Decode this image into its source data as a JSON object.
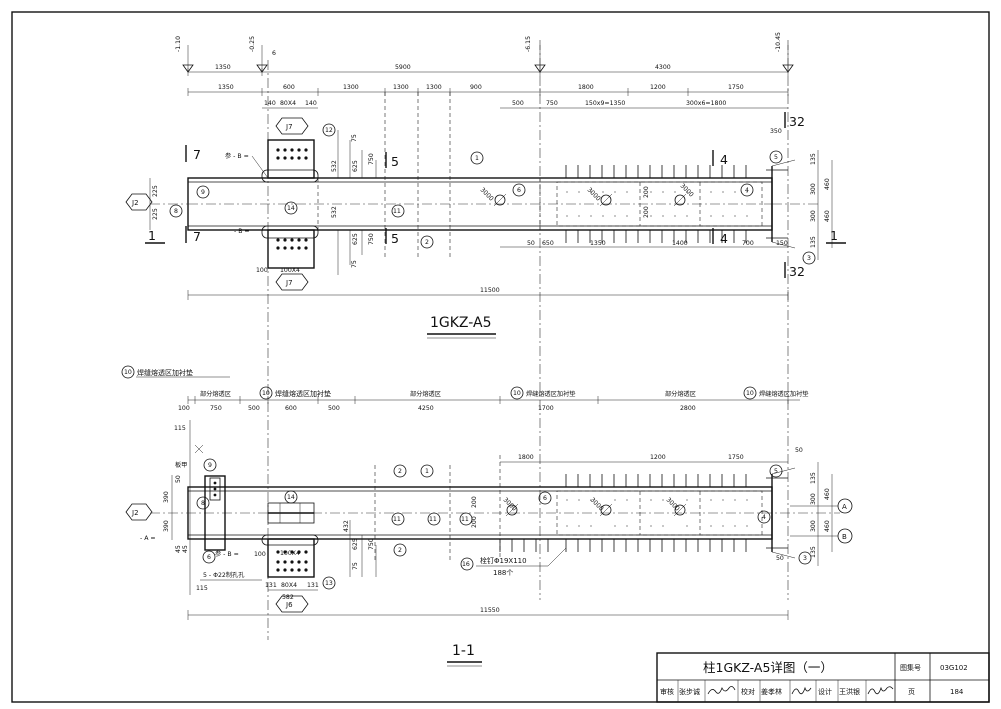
{
  "top_view": {
    "elevations": [
      "-1.10",
      "-0.25",
      "6",
      "-6.15",
      "-10.45"
    ],
    "dims_row1": [
      "1350",
      "5900",
      "4300"
    ],
    "dims_row2": [
      "1350",
      "600",
      "1300",
      "1300",
      "1300",
      "900",
      "1800",
      "1200",
      "1750"
    ],
    "dims_row3": [
      "140",
      "80X4",
      "140",
      "500",
      "750",
      "150x9=1350",
      "300x6=1800"
    ],
    "right_dim": "350",
    "section_marks": [
      "7",
      "7",
      "5",
      "5",
      "4",
      "4",
      "1",
      "1",
      "3",
      "3",
      "2",
      "2"
    ],
    "joint_tags": [
      "J2",
      "J7",
      "J7"
    ],
    "circled": [
      "1",
      "2",
      "3",
      "4",
      "5",
      "6",
      "8",
      "9",
      "11",
      "12",
      "14"
    ],
    "weld_note_top": "参 - B =",
    "weld_note_bottom": "- B =",
    "vert_dims_upper": [
      "75",
      "532",
      "625",
      "750"
    ],
    "vert_dims_lower": [
      "532",
      "625",
      "750",
      "75"
    ],
    "left_dims": [
      "225",
      "225"
    ],
    "right_dims": [
      "135",
      "300",
      "300",
      "135",
      "460",
      "460"
    ],
    "diag_labels": [
      "3000",
      "3000",
      "3000"
    ],
    "dim_200": [
      "200",
      "200"
    ],
    "bottom_dims": [
      "100",
      "100X4",
      "50",
      "650",
      "1350",
      "1400",
      "700",
      "150"
    ],
    "total_length": "11500",
    "title": "1GKZ-A5"
  },
  "bottom_view": {
    "zone_labels": [
      "焊缝熔透区加衬垫",
      "部分熔透区",
      "焊缝熔透区加衬垫",
      "部分熔透区",
      "焊缝熔透区加衬垫",
      "焊缝熔透区加衬垫",
      "部分熔透区"
    ],
    "zone_dims": [
      "100",
      "750",
      "500",
      "600",
      "500",
      "4250",
      "1700",
      "2800"
    ],
    "vert_left": [
      "115",
      "115"
    ],
    "stiffener_label": "板甲",
    "dims_row": [
      "1800",
      "1200",
      "1750"
    ],
    "right_dims": [
      "135",
      "300",
      "300",
      "135",
      "460",
      "460",
      "50",
      "50"
    ],
    "axis_marks": [
      "A",
      "B"
    ],
    "left_dims": [
      "390",
      "390"
    ],
    "left_small": [
      "50",
      "45",
      "45"
    ],
    "note_a": "- A =",
    "note_b": "参 - B =",
    "hole_note": "5 - Φ22制孔孔",
    "plate_dims": [
      "100X4",
      "131",
      "80X4",
      "131",
      "582"
    ],
    "vert_dims": [
      "432",
      "625",
      "750",
      "75",
      "200",
      "200"
    ],
    "stud_label": "栓钉Φ19X110",
    "stud_count": "188个",
    "stud_ref": "16",
    "total_length": "11550",
    "joint_tag": "J6",
    "section_title": "1-1",
    "diag_labels": [
      "3000",
      "3000",
      "3000"
    ],
    "circled": [
      "1",
      "2",
      "3",
      "4",
      "5",
      "6",
      "8",
      "9",
      "10",
      "11",
      "13",
      "14"
    ]
  },
  "title_block": {
    "drawing_title": "柱1GKZ-A5详图（一）",
    "atlas_label": "图集号",
    "atlas_no": "03G102",
    "review_label": "审核",
    "review_name": "张步诚",
    "check_label": "校对",
    "check_name": "姜孝林",
    "design_label": "设计",
    "design_name": "王洪银",
    "page_label": "页",
    "page_no": "184"
  }
}
